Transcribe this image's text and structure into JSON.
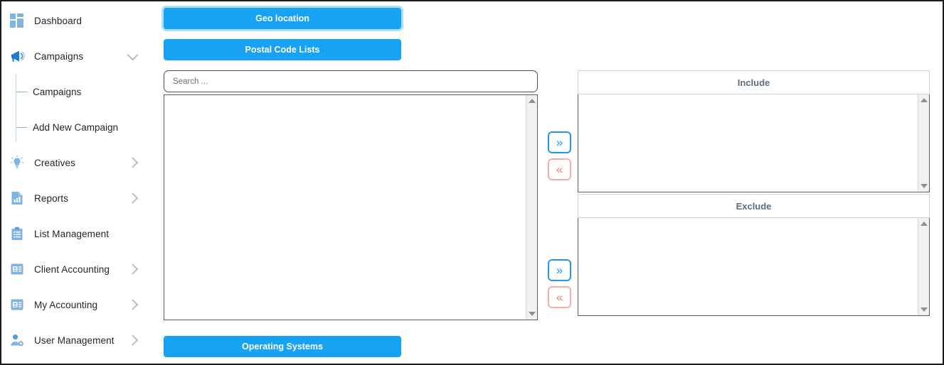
{
  "sidebar": {
    "items": [
      {
        "label": "Dashboard",
        "icon": "dashboard-grid-icon",
        "chevron": "none",
        "name": "dashboard"
      },
      {
        "label": "Campaigns",
        "icon": "megaphone-icon",
        "chevron": "down",
        "name": "campaigns"
      },
      {
        "label": "Creatives",
        "icon": "lightbulb-icon",
        "chevron": "right",
        "name": "creatives"
      },
      {
        "label": "Reports",
        "icon": "bar-chart-doc-icon",
        "chevron": "right",
        "name": "reports"
      },
      {
        "label": "List Management",
        "icon": "clipboard-icon",
        "chevron": "none",
        "name": "list-management"
      },
      {
        "label": "Client Accounting",
        "icon": "id-card-icon",
        "chevron": "right",
        "name": "client-accounting"
      },
      {
        "label": "My Accounting",
        "icon": "id-card-icon",
        "chevron": "right",
        "name": "my-accounting"
      },
      {
        "label": "User Management",
        "icon": "user-gear-icon",
        "chevron": "right",
        "name": "user-management"
      }
    ],
    "campaigns_subitems": [
      {
        "label": "Campaigns",
        "name": "campaigns-sub"
      },
      {
        "label": "Add New Campaign",
        "name": "add-new-campaign"
      }
    ]
  },
  "main": {
    "buttons": {
      "geo_location": "Geo location",
      "postal_code_lists": "Postal Code Lists",
      "operating_systems": "Operating Systems"
    },
    "search": {
      "placeholder": "Search ...",
      "value": ""
    },
    "source_list": {
      "items": []
    },
    "include_panel": {
      "title": "Include",
      "items": []
    },
    "exclude_panel": {
      "title": "Exclude",
      "items": []
    },
    "transfer": {
      "add_glyph": "»",
      "remove_glyph": "«",
      "add_label": "add-to-list",
      "remove_label": "remove-from-list"
    }
  },
  "colors": {
    "primary_blue": "#17a2f3",
    "transfer_add_blue": "#2196f3",
    "transfer_remove_pink": "#f7adad",
    "panel_title": "#5d6b7c",
    "icon_blue": "#7fb4e2",
    "scrollbar_thumb": "#c3cbd9"
  }
}
